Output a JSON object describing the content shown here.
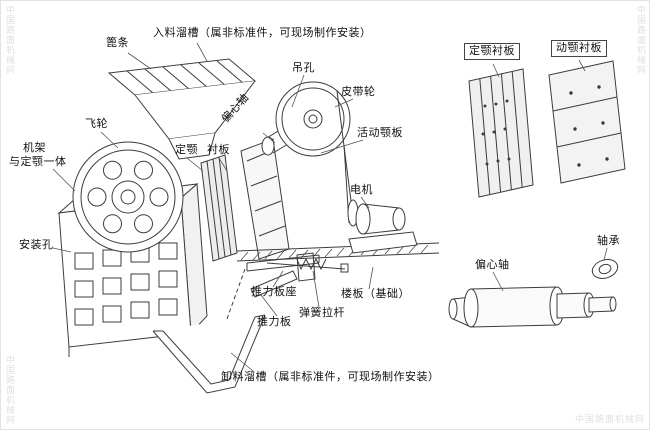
{
  "watermark": {
    "text": "中国路面机械网"
  },
  "labels": {
    "grate_bars": "篦条",
    "feed_chute": "入料溜槽（属非标准件，可现场制作安装）",
    "fixed_liner_detail": "定颚衬板",
    "movable_liner_detail": "动颚衬板",
    "lifting_hole": "吊孔",
    "belt_pulley": "皮带轮",
    "flywheel": "飞轮",
    "eccentric_shaft_mid": "偏心轴",
    "movable_jaw": "活动颚板",
    "frame_line1": "机架",
    "frame_line2": "与定颚一体",
    "fixed_jaw": "定颚",
    "liner": "衬板",
    "motor": "电机",
    "mounting_hole": "安装孔",
    "thrust_plate_seat": "推力板座",
    "floor_foundation": "楼板（基础）",
    "thrust_plate": "推力板",
    "spring_rod": "弹簧拉杆",
    "discharge_chute": "卸料溜槽（属非标准件，可现场制作安装）",
    "bearing": "轴承",
    "eccentric_shaft_part": "偏心轴"
  }
}
